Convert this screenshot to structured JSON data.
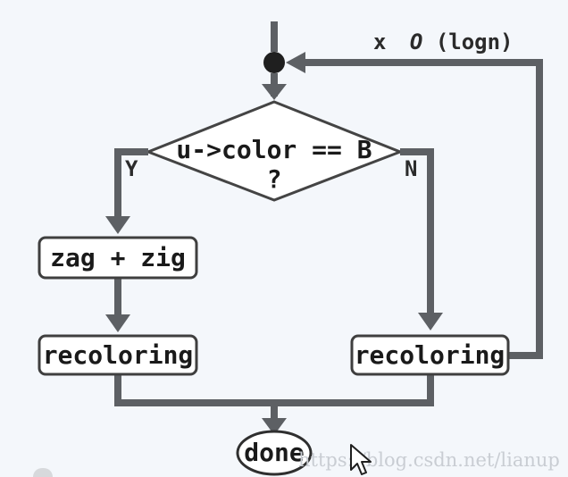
{
  "diagram": {
    "loop_label_prefix": "x",
    "loop_label_o": "O",
    "loop_label_suffix": "(logn)",
    "decision_line1": "u->color == B",
    "decision_line2": "?",
    "yes_label": "Y",
    "no_label": "N",
    "zagzig_label": "zag + zig",
    "recoloring_left_label": "recoloring",
    "recoloring_right_label": "recoloring",
    "done_label": "done",
    "watermark": "https://blog.csdn.net/lianup"
  },
  "colors": {
    "background": "#f4f7fb",
    "connector": "#5d6064",
    "shape_fill": "#ffffff",
    "text": "#1a1a1a"
  },
  "icons": {
    "cursor": "mouse-pointer-icon"
  }
}
